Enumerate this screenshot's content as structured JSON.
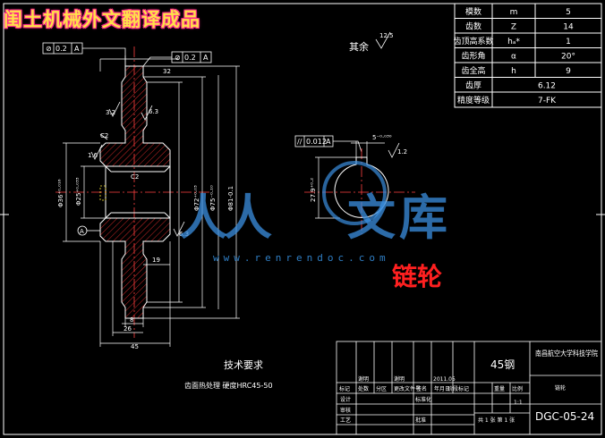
{
  "header": {
    "brand": "闺土机械外文翻译成品"
  },
  "watermark": {
    "chars": [
      "人",
      "人",
      "文",
      "库"
    ],
    "url": "www.renrendoc.com"
  },
  "part_title": "链轮",
  "params_table": {
    "rows": [
      {
        "name": "模数",
        "symbol": "m",
        "value": "5"
      },
      {
        "name": "齿数",
        "symbol": "Z",
        "value": "14"
      },
      {
        "name": "齿顶高系数",
        "symbol": "hₐ*",
        "value": "1"
      },
      {
        "name": "齿形角",
        "symbol": "α",
        "value": "20°"
      },
      {
        "name": "齿全高",
        "symbol": "h",
        "value": "9"
      },
      {
        "name": "齿厚",
        "symbol": "",
        "value": "6.12"
      },
      {
        "name": "精度等级",
        "symbol": "",
        "value": "7-FK"
      }
    ]
  },
  "annotations": {
    "tol_frame_1": [
      "⊘",
      "0.2",
      "A"
    ],
    "tol_frame_2": [
      "⊘",
      "0.2",
      "A"
    ],
    "tol_frame_3": [
      "//",
      "0.012",
      "A"
    ],
    "datum_a": "A",
    "rest_label": "其余",
    "rest_roughness": "12.5",
    "roughness_63": "6.3",
    "roughness_32": "3.2",
    "roughness_16": "1.6",
    "roughness_12": "1.2",
    "dim_32": "32",
    "dim_19": "19",
    "dim_8": "8",
    "dim_26": "26",
    "dim_45": "45",
    "dim_c2_a": "C2",
    "dim_c2_b": "C2",
    "dim_d36": "Φ36⁺⁰·⁰¹⁶",
    "dim_d25": "Φ25⁺⁰·⁰³³",
    "dim_d72": "Φ72⁺⁰·⁰³",
    "dim_d75": "Φ75⁻⁰·¹⁰",
    "dim_d81": "Φ81-0.1",
    "dim_279": "27.9⁺⁰·²",
    "dim_keyway": "5⁻⁰·⁰³⁰",
    "dim_angle": "63"
  },
  "tech_req": {
    "title": "技术要求",
    "line": "齿面热处理  硬度HRC45-50"
  },
  "title_block": {
    "material": "45钢",
    "school": "南昌航空大学科技学院",
    "part": "链轮",
    "drawing_no": "DGC-05-24",
    "row_labels": [
      "标记",
      "处数",
      "分区",
      "更改文件号",
      "签名",
      "年月日"
    ],
    "row_labels_2": [
      "设计",
      "标准化",
      "审核",
      "工艺",
      "批准"
    ],
    "stage_label": "阶段标记",
    "weight_label": "重量",
    "scale_label": "比例",
    "scale_value": "1:1",
    "date": "2011.05",
    "designer": "谢明",
    "checker": "谢明",
    "sheet": "共 1 张 第 1 张"
  }
}
